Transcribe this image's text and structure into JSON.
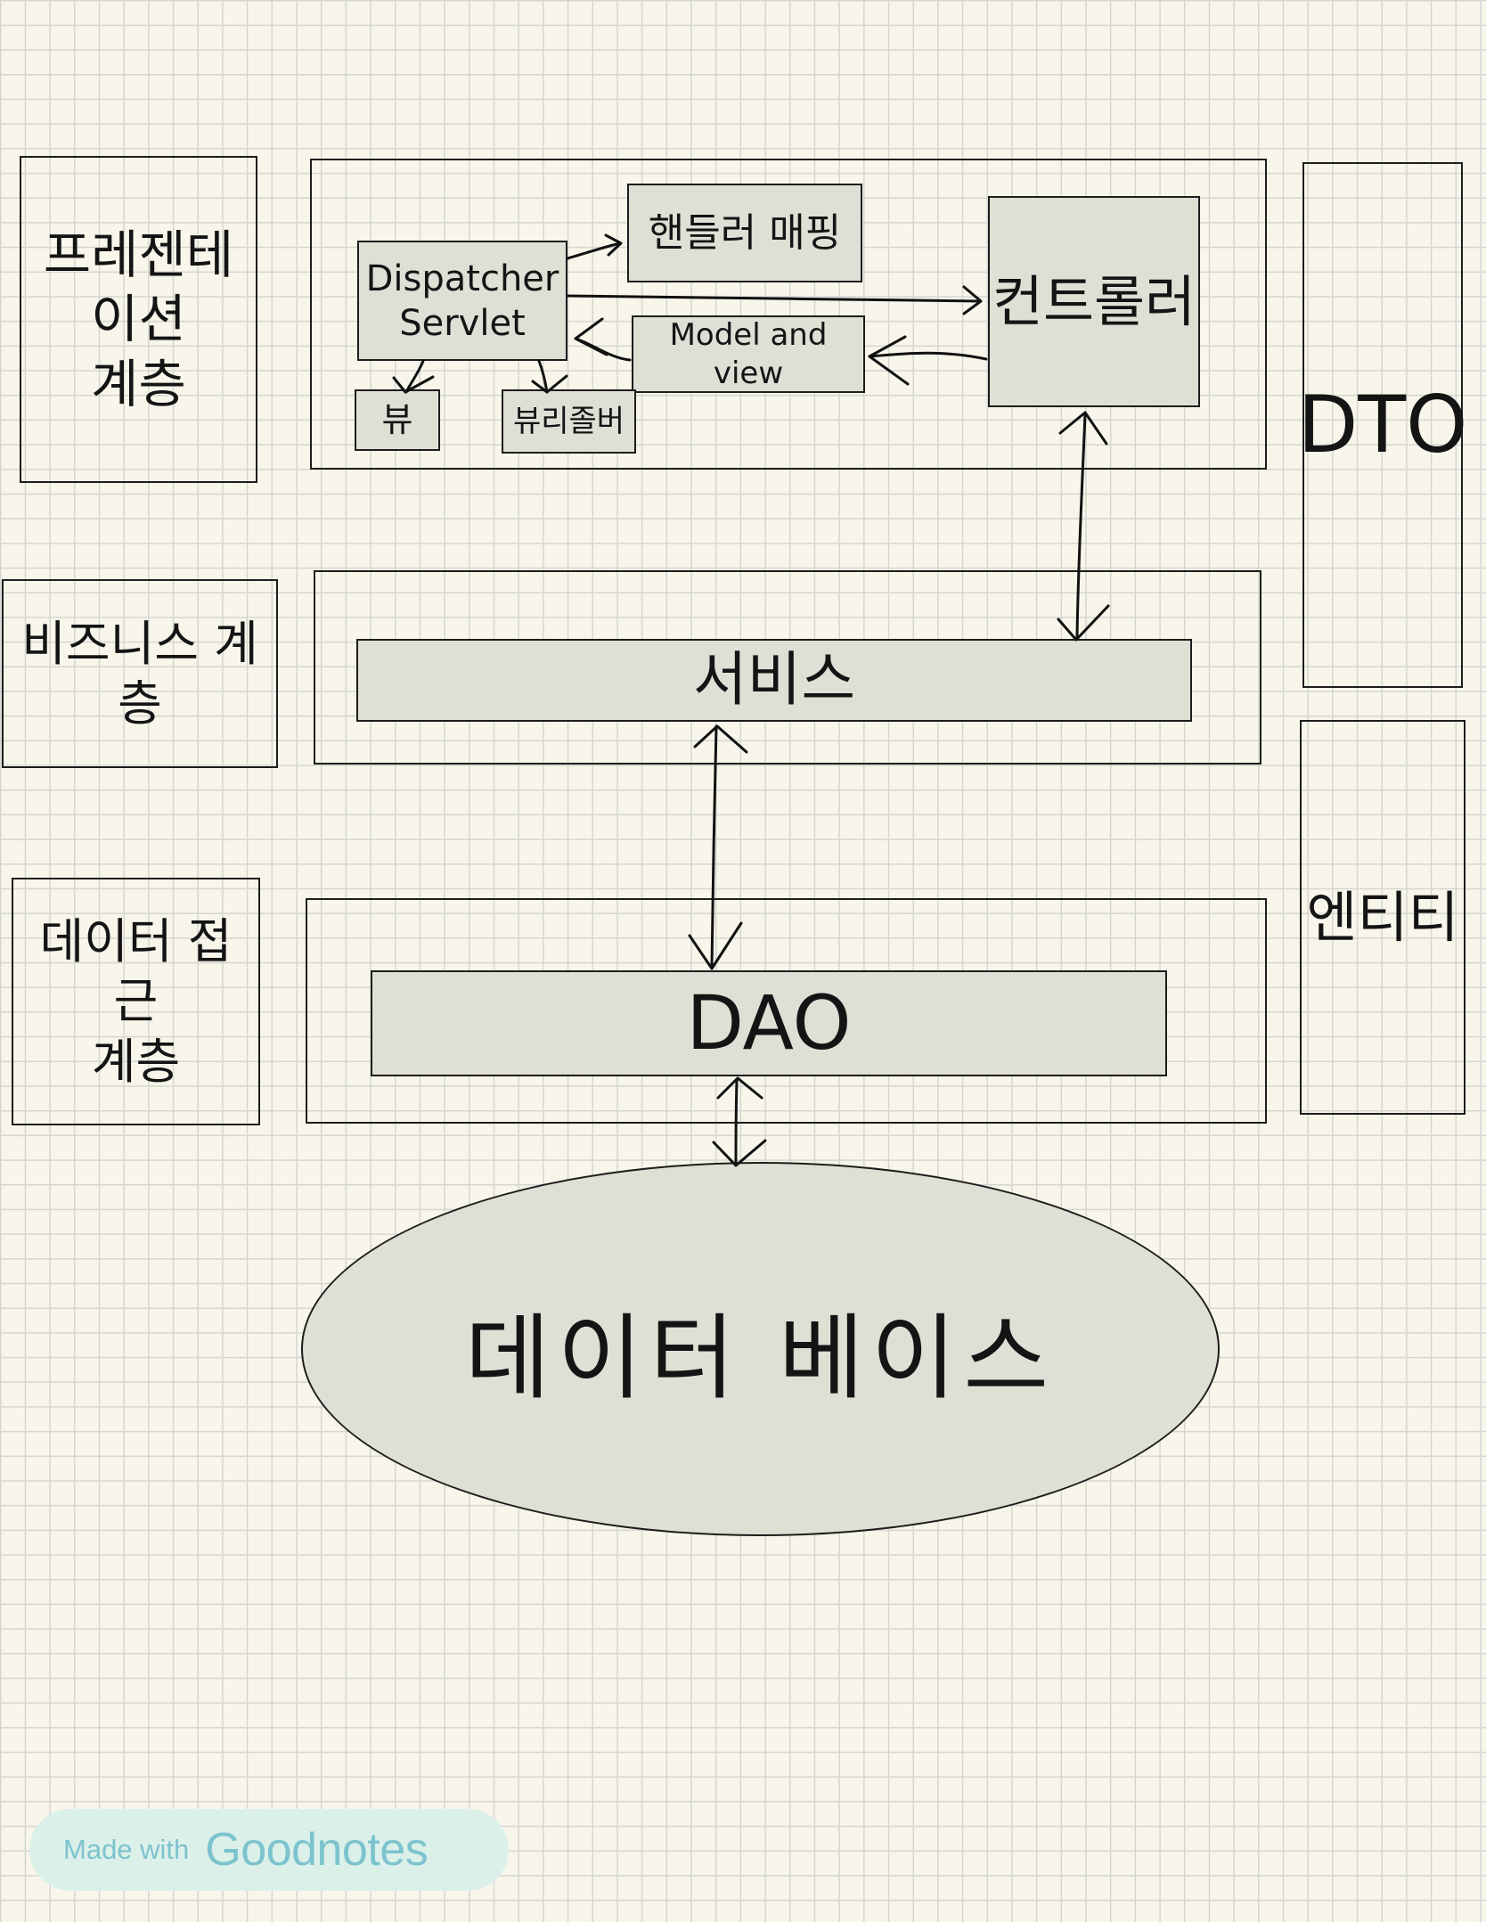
{
  "layers": {
    "presentation": "프레젠테이션\n계층",
    "business": "비즈니스 계층",
    "data_access": "데이터 접근\n계층"
  },
  "web": {
    "dispatcher_servlet": "Dispatcher\nServlet",
    "handler_mapping": "핸들러 매핑",
    "controller": "컨트롤러",
    "model_and_view": "Model and view",
    "view": "뷰",
    "view_resolver": "뷰리졸버"
  },
  "service": "서비스",
  "dao": "DAO",
  "database": "데이터 베이스",
  "side": {
    "dto": "DTO",
    "entity": "엔티티"
  },
  "watermark": {
    "made_with": "Made with",
    "brand": "Goodnotes"
  }
}
